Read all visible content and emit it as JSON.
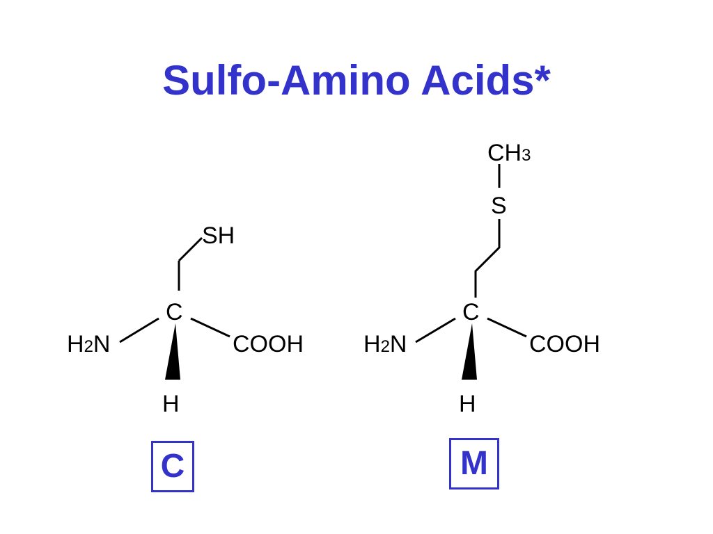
{
  "slide": {
    "title": "Sulfo-Amino Acids*"
  },
  "colors": {
    "accent": "#3333cc",
    "structure": "#000000"
  },
  "cysteine": {
    "label": "C",
    "sh": "SH",
    "alpha_c": "C",
    "amine_h": "H",
    "amine_sub": "2",
    "amine_n": "N",
    "carboxyl": "COOH",
    "h": "H"
  },
  "methionine": {
    "label": "M",
    "methyl_ch": "CH",
    "methyl_sub": "3",
    "s": "S",
    "alpha_c": "C",
    "amine_h": "H",
    "amine_sub": "2",
    "amine_n": "N",
    "carboxyl": "COOH",
    "h": "H"
  }
}
